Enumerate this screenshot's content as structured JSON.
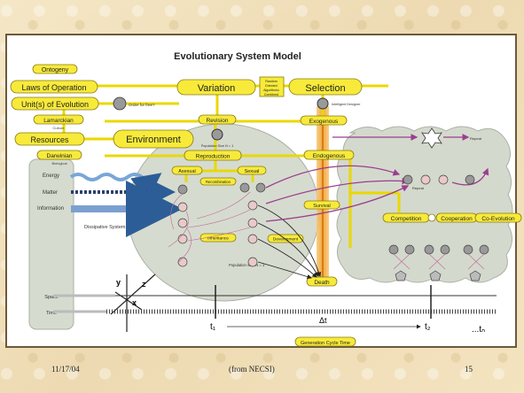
{
  "title": "Evolutionary System Model",
  "labels": {
    "ontogeny": "Ontogeny",
    "laws_of_operation": "Laws of Operation",
    "units_of_evolution": "Unit(s) of Evolution",
    "variation": "Variation",
    "selection": "Selection",
    "variation_sources": [
      "Random",
      "Directed",
      "Algorithmic",
      "Combined"
    ],
    "order_for_free": "Order for free?",
    "intelligent_designer": "Intelligent Designer",
    "lamarckian": "Lamarckian",
    "culture": "Culture",
    "revision": "Revision",
    "exogenous": "Exogenous",
    "resources": "Resources",
    "environment": "Environment",
    "population_size_n": "Population Size N = 1",
    "darwinian": "Darwinian",
    "biological": "Biological",
    "reproduction": "Reproduction",
    "endogenous": "Endogenous",
    "asexual": "Asexual",
    "sexual": "Sexual",
    "recombination": "Recombination",
    "energy": "Energy",
    "matter": "Matter",
    "information": "Information",
    "dissipative_system": "Dissipative System",
    "inheritance": "Inheritance",
    "development": "Development",
    "survival": "Survival",
    "population_size_n1": "Population Size N = 1",
    "death": "Death",
    "space": "Space",
    "time": "Time",
    "axis_y": "y",
    "axis_z": "z",
    "axis_x": "x",
    "t1": "t₁",
    "delta_t": "Δt",
    "t2": "t₂",
    "tn": "...tₙ",
    "generation_cycle_time": "Generation Cycle Time",
    "repeat1": "Repeat",
    "repeat2": "Repeat",
    "competition": "Competition",
    "cooperation": "Cooperation",
    "co_evolution": "Co-Evolution"
  },
  "footer": {
    "date": "11/17/04",
    "source": "(from NECSI)",
    "page": "15"
  },
  "colors": {
    "pill_fill": "#f7ea3a",
    "pill_stroke": "#8a7b10",
    "link_yellow": "#e9d800",
    "arrow_purple": "#9a3f8f",
    "blob_gray": "#d6dbcf",
    "orange_beam": "#f0b24a"
  }
}
